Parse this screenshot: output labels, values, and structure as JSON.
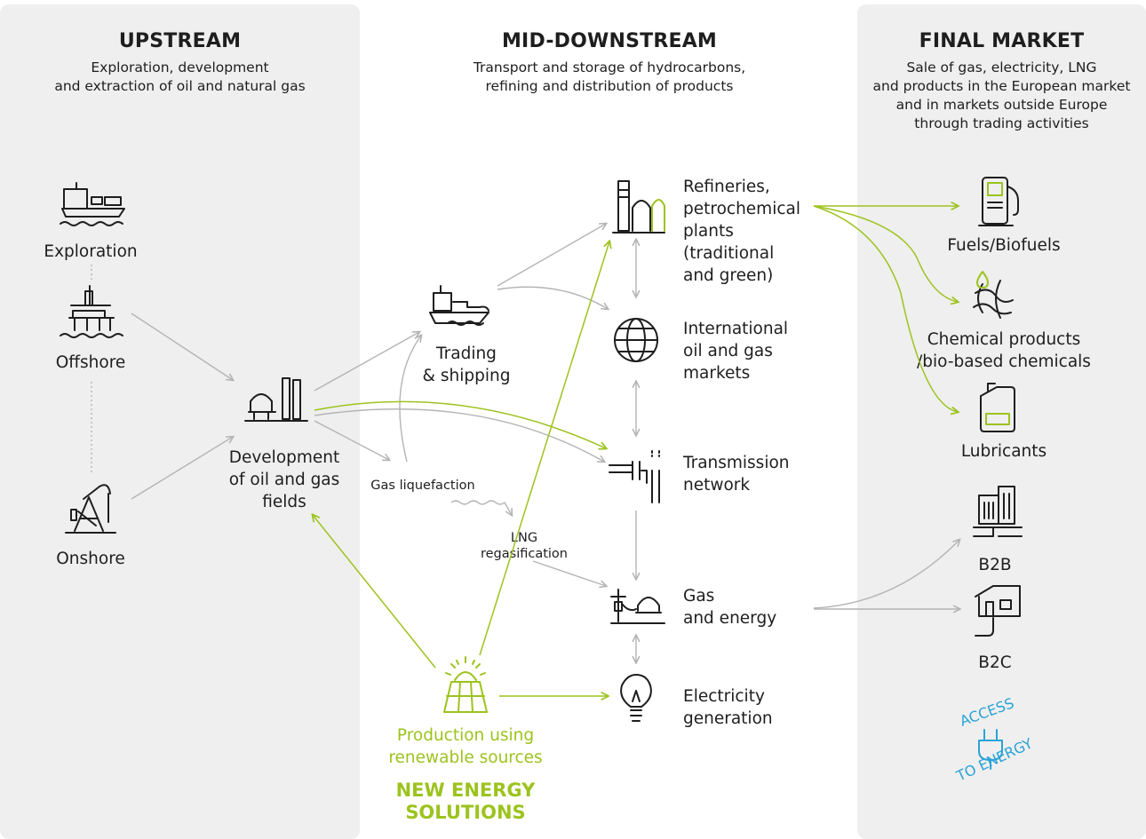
{
  "columns": {
    "upstream": {
      "title": "UPSTREAM",
      "subtitle": "Exploration, development\nand extraction of oil and natural gas"
    },
    "mid_downstream": {
      "title": "MID-DOWNSTREAM",
      "subtitle": "Transport and storage of hydrocarbons,\nrefining and distribution of products"
    },
    "final_market": {
      "title": "FINAL MARKET",
      "subtitle": "Sale of gas, electricity, LNG\nand products in the European market\nand in markets outside Europe\nthrough trading activities"
    }
  },
  "upstream_nodes": {
    "exploration": "Exploration",
    "offshore": "Offshore",
    "onshore": "Onshore",
    "development": "Development\nof oil and gas\nfields"
  },
  "mid_nodes": {
    "trading": "Trading\n& shipping",
    "gas_liquefaction": "Gas liquefaction",
    "lng_regasification": "LNG\nregasification",
    "refineries": "Refineries,\npetrochemical\nplants\n(traditional\nand green)",
    "international_markets": "International\noil and gas\nmarkets",
    "transmission": "Transmission\nnetwork",
    "gas_energy": "Gas\nand energy",
    "electricity": "Electricity\ngeneration",
    "renewables": "Production using\nrenewable sources",
    "new_energy": "NEW ENERGY\nSOLUTIONS"
  },
  "market_nodes": {
    "fuels": "Fuels/Biofuels",
    "chemicals": "Chemical products\n/bio-based chemicals",
    "lubricants": "Lubricants",
    "b2b": "B2B",
    "b2c": "B2C",
    "access_to_energy": "ACCESS TO ENERGY"
  },
  "colors": {
    "panel": "#efefef",
    "green": "#9cc31e",
    "blue": "#2aa3d6",
    "arrow_gray": "#b4b4b4",
    "text": "#1e1e1e"
  },
  "icons": {
    "exploration": "survey-ship-icon",
    "offshore": "offshore-platform-icon",
    "onshore": "pumpjack-icon",
    "development": "gas-plant-icon",
    "trading": "tanker-ship-icon",
    "refineries": "refinery-icon",
    "international_markets": "globe-icon",
    "transmission": "pipeline-icon",
    "gas_energy": "power-storage-icon",
    "electricity": "lightbulb-icon",
    "renewables": "solar-panel-icon",
    "fuels": "fuel-pump-icon",
    "chemicals": "molecule-icon",
    "lubricants": "oil-canister-icon",
    "b2b": "office-building-icon",
    "b2c": "house-icon",
    "access_to_energy": "plug-icon"
  }
}
